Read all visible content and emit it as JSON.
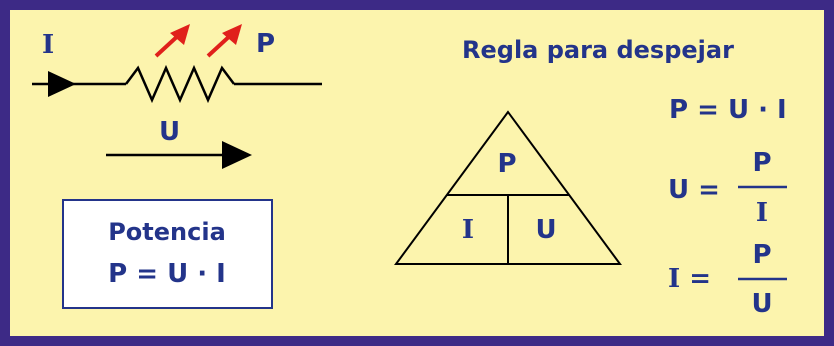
{
  "circuit": {
    "current_label": "I",
    "power_label": "P",
    "voltage_label": "U"
  },
  "potencia_box": {
    "title": "Potencia",
    "formula": "P = U · I"
  },
  "rule": {
    "heading": "Regla para despejar",
    "triangle": {
      "top": "P",
      "bottom_left": "I",
      "bottom_right": "U"
    },
    "formulas": {
      "power": "P = U · I",
      "voltage_lhs": "U =",
      "voltage_num": "P",
      "voltage_den": "I",
      "current_lhs": "I =",
      "current_num": "P",
      "current_den": "U"
    }
  },
  "colors": {
    "frame": "#3d2a86",
    "background": "#fcf4ad",
    "text": "#23348a",
    "arrow_heat": "#e0201b"
  }
}
